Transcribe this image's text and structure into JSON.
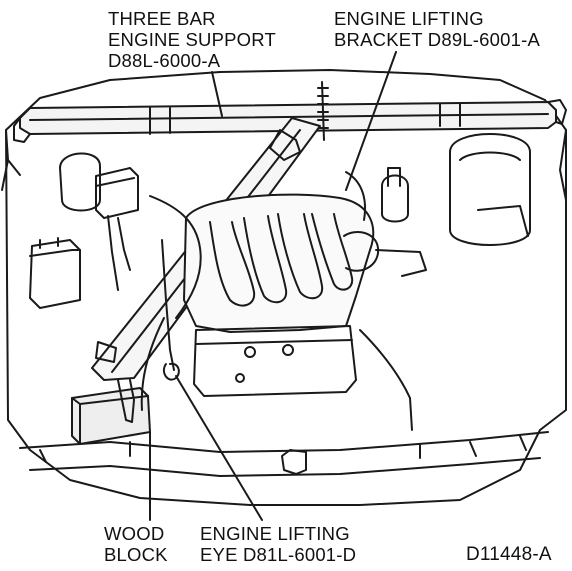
{
  "figure": {
    "callouts": {
      "three_bar_support": [
        "THREE BAR",
        "ENGINE SUPPORT",
        "D88L-6000-A"
      ],
      "lifting_bracket": [
        "ENGINE LIFTING",
        "BRACKET D89L-6001-A"
      ],
      "wood_block": [
        "WOOD",
        "BLOCK"
      ],
      "lifting_eye": [
        "ENGINE LIFTING",
        "EYE D81L-6001-D"
      ]
    },
    "figure_id": "D11448-A"
  }
}
